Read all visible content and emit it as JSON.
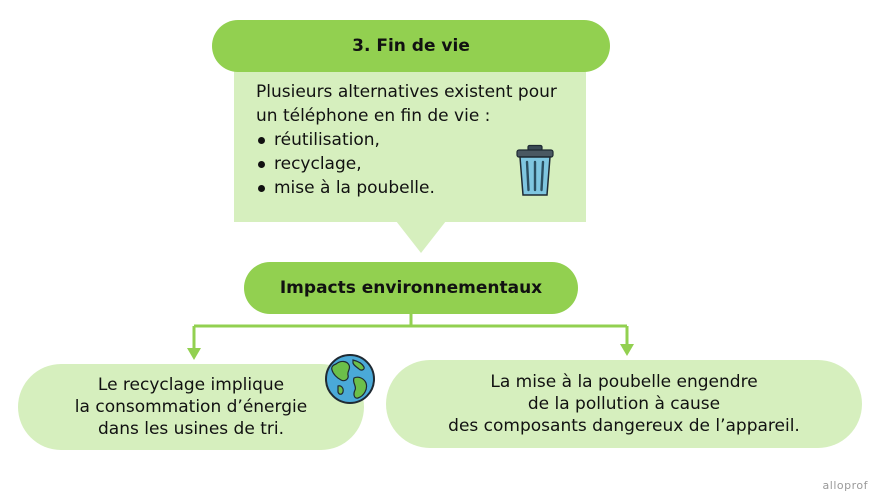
{
  "stage": {
    "title": "3. Fin de vie",
    "intro": "Plusieurs alternatives existent pour un téléphone en fin de vie :",
    "options": [
      "réutilisation,",
      "recyclage,",
      "mise à la poubelle."
    ],
    "icon": "trash-can-icon"
  },
  "impacts": {
    "title": "Impacts environnementaux",
    "left": {
      "lines": [
        "Le recyclage implique",
        "la consommation d’énergie",
        "dans les usines de tri."
      ],
      "icon": "earth-globe-icon"
    },
    "right": {
      "lines": [
        "La mise à la poubelle engendre",
        "de la pollution à cause",
        "des composants dangereux de l’appareil."
      ]
    }
  },
  "watermark": "alloprof",
  "colors": {
    "pill": "#92d050",
    "box": "#d6efbe",
    "connector": "#92d050"
  }
}
